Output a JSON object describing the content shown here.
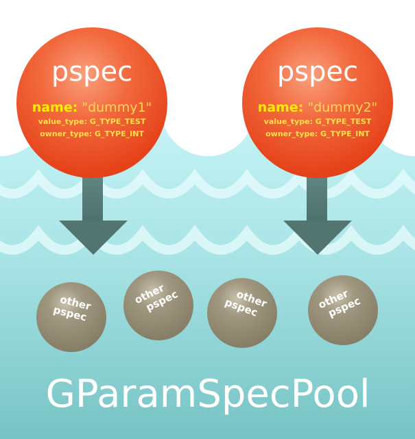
{
  "pspecs": [
    {
      "title": "pspec",
      "name_key": "name:",
      "name_value": "\"dummy1\"",
      "value_type": "value_type: G_TYPE_TEST",
      "owner_type": "owner_type: G_TYPE_INT"
    },
    {
      "title": "pspec",
      "name_key": "name:",
      "name_value": "\"dummy2\"",
      "value_type": "value_type: G_TYPE_TEST",
      "owner_type": "owner_type: G_TYPE_INT"
    }
  ],
  "others": [
    {
      "line1": "other",
      "line2": "pspec"
    },
    {
      "line1": "other",
      "line2": "pspec"
    },
    {
      "line1": "other",
      "line2": "pspec"
    },
    {
      "line1": "other",
      "line2": "pspec"
    }
  ],
  "pool_label": "GParamSpecPool",
  "colors": {
    "pspec_fill": "#f2532a",
    "name_key": "#ffee00",
    "text_yellow": "#ffe14a",
    "water_top": "#c7f4f7",
    "water_bottom": "#79c5c6",
    "arrow": "#4f7470",
    "pebble": "#8e8670"
  }
}
